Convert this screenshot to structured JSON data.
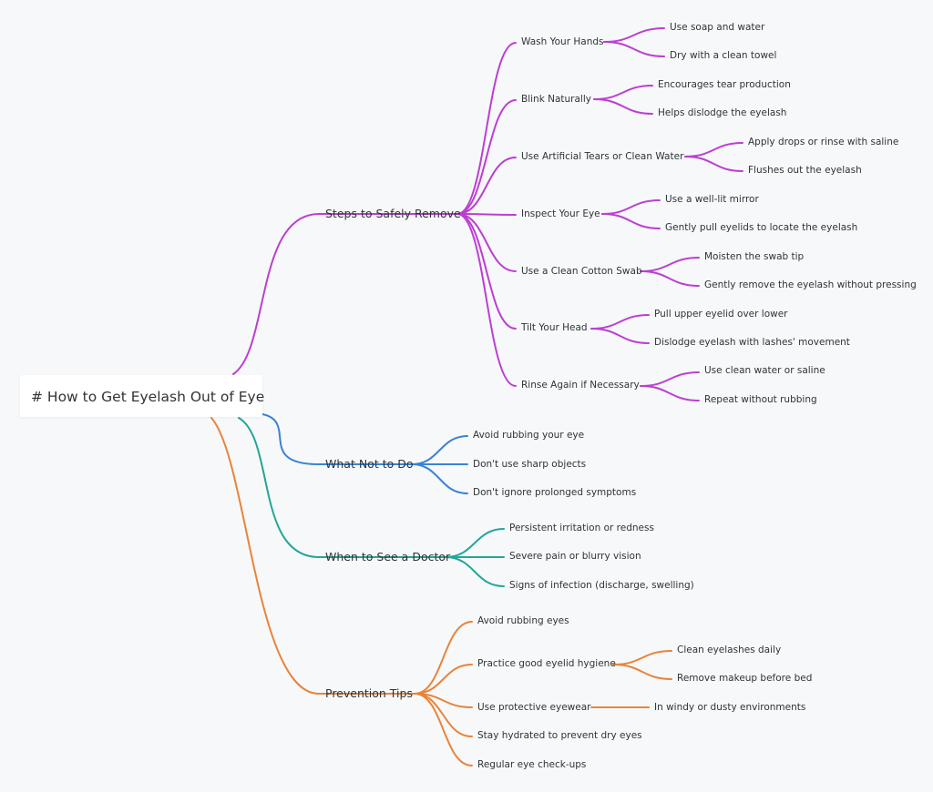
{
  "root": "# How to Get Eyelash Out of Eye",
  "colors": {
    "steps": "#bb3fd1",
    "avoid": "#3a82d6",
    "doctor": "#23a697",
    "prevention": "#e8843a",
    "background": "#f7f8fa"
  },
  "branches": [
    {
      "label": "Steps to Safely Remove",
      "color": "steps",
      "children": [
        {
          "label": "Wash Your Hands",
          "children": [
            {
              "label": "Use soap and water"
            },
            {
              "label": "Dry with a clean towel"
            }
          ]
        },
        {
          "label": "Blink Naturally",
          "children": [
            {
              "label": "Encourages tear production"
            },
            {
              "label": "Helps dislodge the eyelash"
            }
          ]
        },
        {
          "label": "Use Artificial Tears or Clean Water",
          "children": [
            {
              "label": "Apply drops or rinse with saline"
            },
            {
              "label": "Flushes out the eyelash"
            }
          ]
        },
        {
          "label": "Inspect Your Eye",
          "children": [
            {
              "label": "Use a well-lit mirror"
            },
            {
              "label": "Gently pull eyelids to locate the eyelash"
            }
          ]
        },
        {
          "label": "Use a Clean Cotton Swab",
          "children": [
            {
              "label": "Moisten the swab tip"
            },
            {
              "label": "Gently remove the eyelash without pressing"
            }
          ]
        },
        {
          "label": "Tilt Your Head",
          "children": [
            {
              "label": "Pull upper eyelid over lower"
            },
            {
              "label": "Dislodge eyelash with lashes' movement"
            }
          ]
        },
        {
          "label": "Rinse Again if Necessary",
          "children": [
            {
              "label": "Use clean water or saline"
            },
            {
              "label": "Repeat without rubbing"
            }
          ]
        }
      ]
    },
    {
      "label": "What Not to Do",
      "color": "avoid",
      "children": [
        {
          "label": "Avoid rubbing your eye"
        },
        {
          "label": "Don't use sharp objects"
        },
        {
          "label": "Don't ignore prolonged symptoms"
        }
      ]
    },
    {
      "label": "When to See a Doctor",
      "color": "doctor",
      "children": [
        {
          "label": "Persistent irritation or redness"
        },
        {
          "label": "Severe pain or blurry vision"
        },
        {
          "label": "Signs of infection (discharge, swelling)"
        }
      ]
    },
    {
      "label": "Prevention Tips",
      "color": "prevention",
      "children": [
        {
          "label": "Avoid rubbing eyes"
        },
        {
          "label": "Practice good eyelid hygiene",
          "children": [
            {
              "label": "Clean eyelashes daily"
            },
            {
              "label": "Remove makeup before bed"
            }
          ]
        },
        {
          "label": "Use protective eyewear",
          "children": [
            {
              "label": "In windy or dusty environments"
            }
          ]
        },
        {
          "label": "Stay hydrated to prevent dry eyes"
        },
        {
          "label": "Regular eye check-ups"
        }
      ]
    }
  ]
}
